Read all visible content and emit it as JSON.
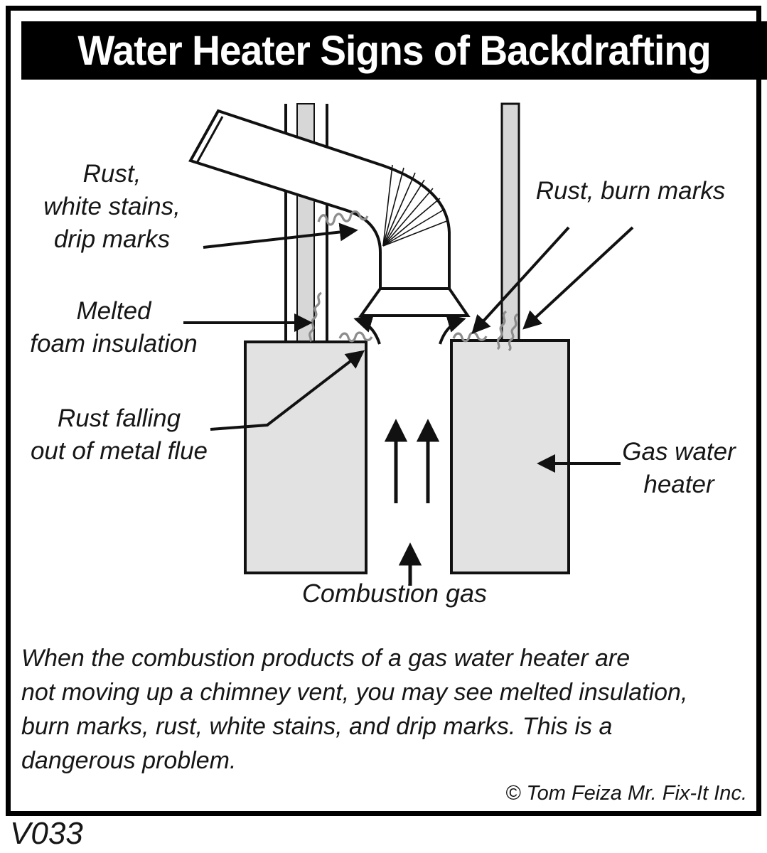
{
  "title": "Water Heater Signs of Backdrafting",
  "diagram": {
    "labels": {
      "rust_stains": {
        "line1": "Rust,",
        "line2": "white stains,",
        "line3": "drip marks"
      },
      "melted": {
        "line1": "Melted",
        "line2": "foam insulation"
      },
      "rust_falling": {
        "line1": "Rust falling",
        "line2": "out of metal flue"
      },
      "rust_burn": "Rust, burn marks",
      "gas_heater": {
        "line1": "Gas water",
        "line2": "heater"
      },
      "combustion": "Combustion gas"
    }
  },
  "caption": {
    "lines": [
      "When the combustion products of a gas water heater are",
      "not moving up a chimney vent, you may see melted insulation,",
      "burn marks, rust, white stains, and drip marks.  This is a",
      "dangerous problem."
    ]
  },
  "credit": "© Tom Feiza Mr. Fix-It Inc.",
  "code": "V033",
  "colors": {
    "ink": "#111111",
    "banner": "#000000",
    "banner_text": "#ffffff",
    "pipe_fill": "#d7d7d7",
    "tank_fill": "#e2e2e2",
    "rust_squiggle": "#8c8c8c"
  }
}
